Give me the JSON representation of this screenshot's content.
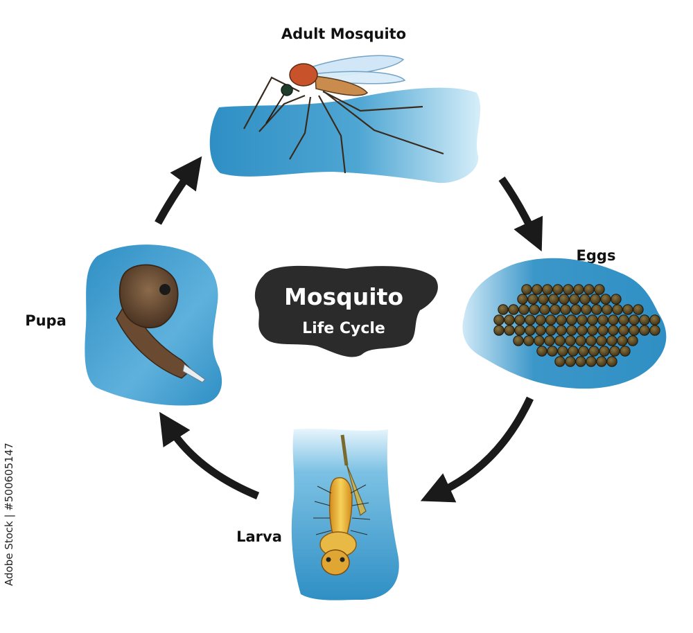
{
  "center": {
    "title": "Mosquito",
    "subtitle": "Life Cycle"
  },
  "stages": {
    "adult": "Adult Mosquito",
    "eggs": "Eggs",
    "larva": "Larva",
    "pupa": "Pupa"
  },
  "watermark": {
    "text": "Adobe Stock | #500605147"
  },
  "colors": {
    "water_dark": "#2f8fc4",
    "water_light": "#cdeaf8",
    "arrow": "#1a1a1a",
    "blob": "#2b2b2b"
  }
}
